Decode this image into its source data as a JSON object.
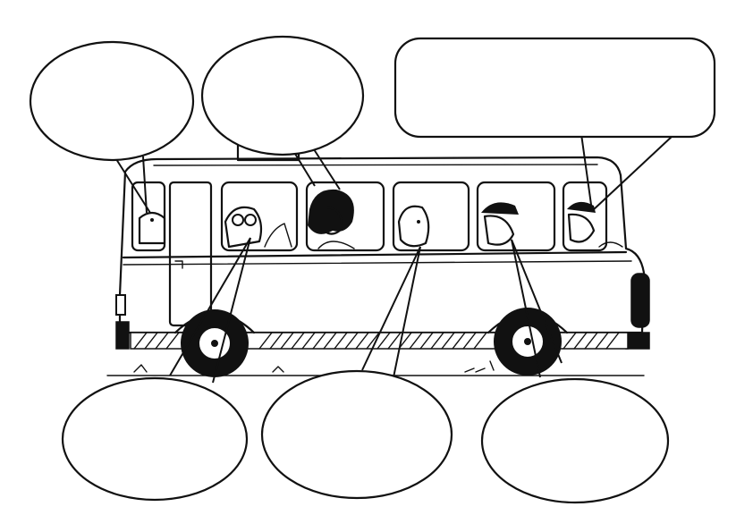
{
  "scene": {
    "subject": "bus-with-passengers",
    "colors": {
      "ink": "#111111",
      "background": "#ffffff"
    },
    "speech_bubbles": [
      {
        "id": "speaker-1",
        "shape": "ellipse",
        "text": ""
      },
      {
        "id": "speaker-2",
        "shape": "ellipse",
        "text": ""
      },
      {
        "id": "speaker-3",
        "shape": "rounded-rect",
        "text": ""
      },
      {
        "id": "speaker-4",
        "shape": "ellipse",
        "text": ""
      },
      {
        "id": "speaker-5",
        "shape": "ellipse",
        "text": ""
      },
      {
        "id": "speaker-6",
        "shape": "ellipse",
        "text": ""
      }
    ]
  }
}
